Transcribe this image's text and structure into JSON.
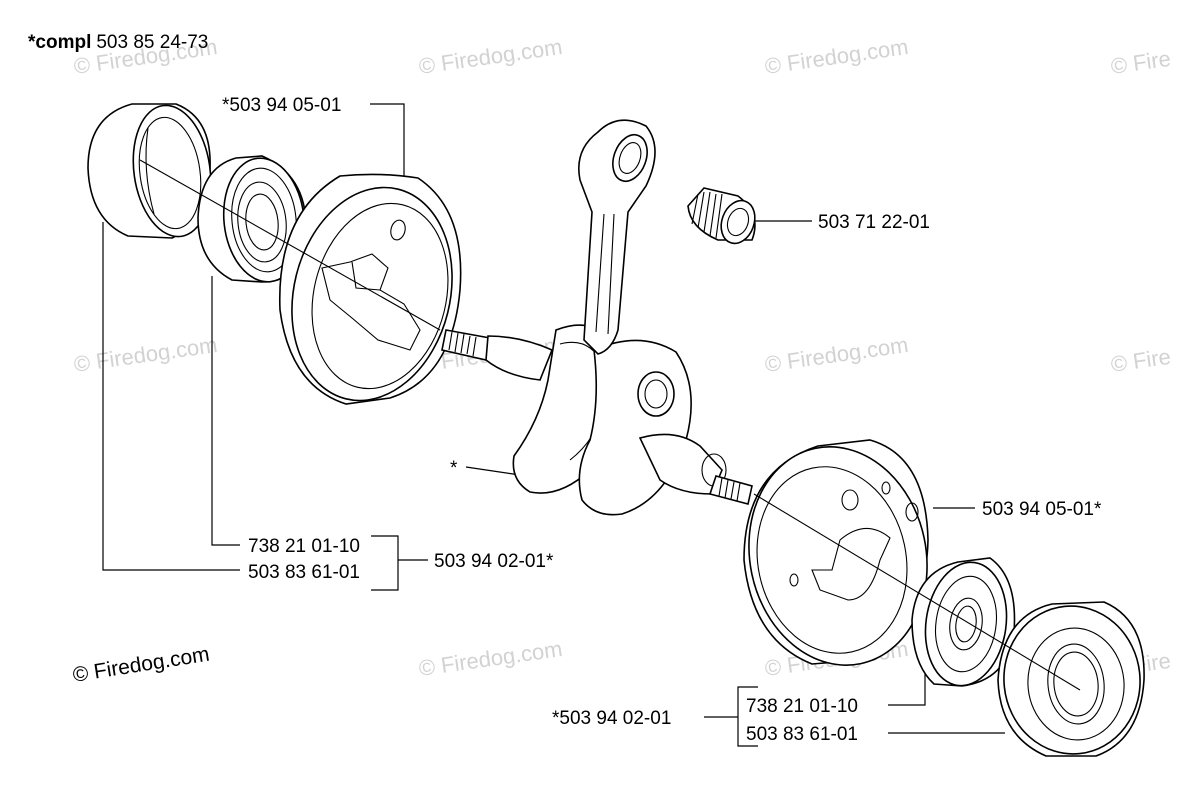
{
  "title": {
    "prefix": "*compl",
    "number": "503 85 24-73"
  },
  "labels": {
    "cover_top": "*503 94 05-01",
    "needle_bearing": "503 71 22-01",
    "crank_star": "*",
    "cover_bottom": "503 94 05-01*",
    "left_group_a": "738 21 01-10",
    "left_group_b": "503 83 61-01",
    "left_group_total": "503 94 02-01*",
    "right_group_total": "*503 94 02-01",
    "right_group_a": "738 21 01-10",
    "right_group_b": "503 83 61-01"
  },
  "watermark": {
    "text": "© Firedog.com",
    "faint_text": "© Firedog.com",
    "partial_text": "© Fire"
  }
}
